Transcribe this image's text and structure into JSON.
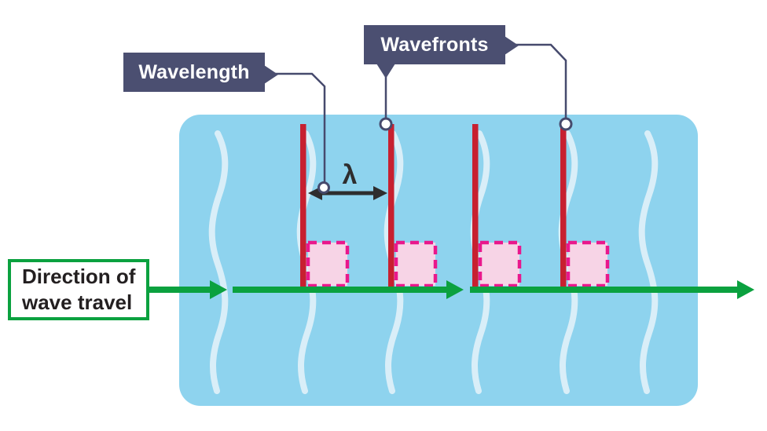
{
  "diagram": {
    "labels": {
      "wavelength": "Wavelength",
      "wavefronts": "Wavefronts",
      "direction_line1": "Direction of",
      "direction_line2": "wave travel",
      "lambda": "λ"
    },
    "colors": {
      "background": "#ffffff",
      "water": "#8ed3ee",
      "wave-crest": "#d9eef8",
      "wavefront": "#c72030",
      "marker-fill": "#f7d4e6",
      "marker-border": "#e9188c",
      "arrow-green": "#0ba13f",
      "label-navy": "#4b4f71",
      "pointer-navy": "#464a6d",
      "text-dark": "#231f20",
      "dimension-dark": "#2e2d2e"
    },
    "elements": {
      "wavefront_count": 4,
      "wave_crest_count": 6,
      "right_angle_marker_count": 4,
      "direction_arrow_segments": 3
    }
  }
}
